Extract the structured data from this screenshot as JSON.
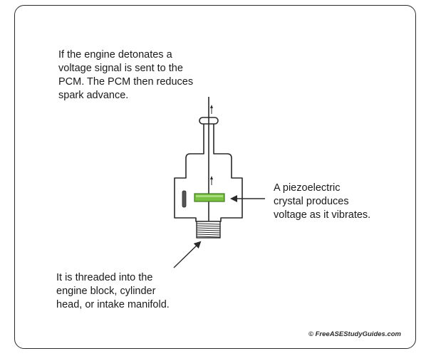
{
  "labels": {
    "top": [
      "If the engine detonates a",
      "voltage signal is sent to the",
      "PCM. The PCM then reduces",
      "spark advance."
    ],
    "right": [
      "A piezoelectric",
      "crystal produces",
      "voltage as it vibrates."
    ],
    "bottom": [
      "It is threaded into the",
      "engine block, cylinder",
      "head, or intake manifold."
    ]
  },
  "credit": "© FreeASEStudyGuides.com",
  "colors": {
    "crystal": "#7ac143",
    "crystal_dark": "#3f7a1f",
    "outline": "#2a2a2a"
  }
}
